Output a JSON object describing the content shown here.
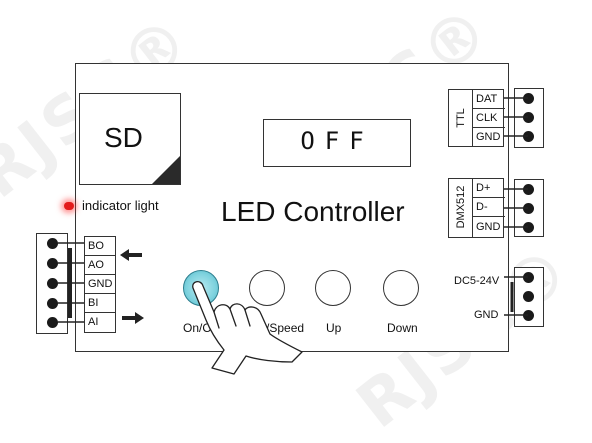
{
  "watermark": "RJSC®",
  "sd_card": {
    "label": "SD"
  },
  "display": {
    "text": "OFF"
  },
  "title": "LED Controller",
  "indicator": {
    "label": "indicator light"
  },
  "buttons": [
    {
      "label": "On/Off",
      "active": true
    },
    {
      "label": "Mode/Speed",
      "active": false
    },
    {
      "label": "Up",
      "active": false
    },
    {
      "label": "Down",
      "active": false
    }
  ],
  "left_terminal": {
    "pins": [
      "BO",
      "AO",
      "GND",
      "BI",
      "AI"
    ]
  },
  "ttl_terminal": {
    "label": "TTL",
    "pins": [
      "DAT",
      "CLK",
      "GND"
    ]
  },
  "dmx_terminal": {
    "label": "DMX512",
    "pins": [
      "D+",
      "D-",
      "GND"
    ]
  },
  "power_terminal": {
    "top_label": "DC5-24V",
    "bottom_label": "GND"
  },
  "colors": {
    "indicator": "#e31b1b",
    "active_button": "#7ed2de",
    "outline": "#333333"
  }
}
